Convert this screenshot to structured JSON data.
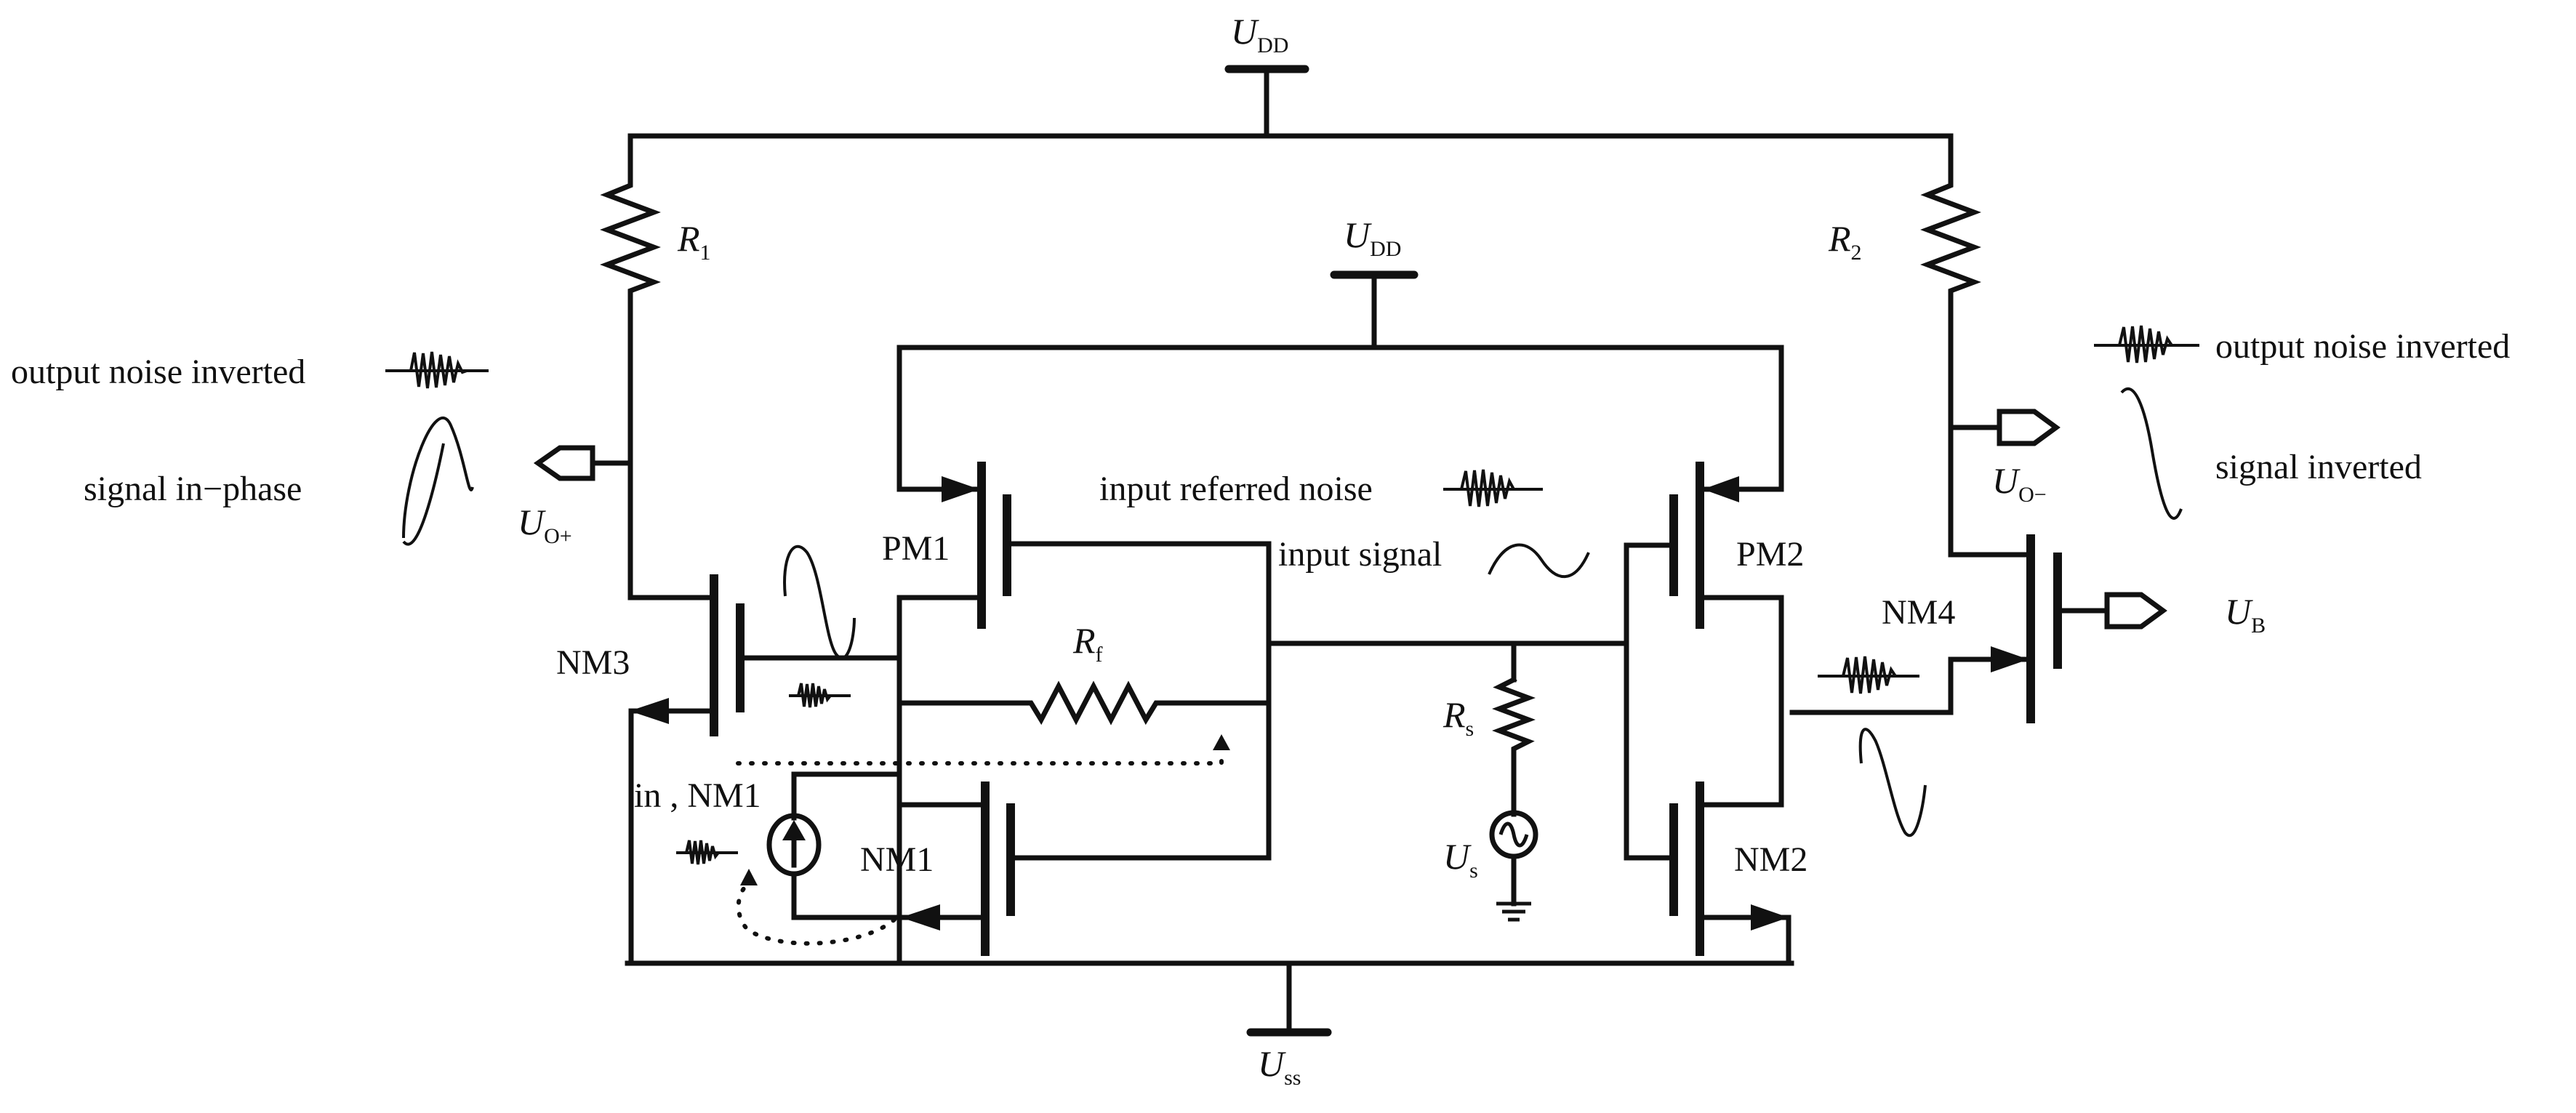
{
  "labels": {
    "udd_top": "U",
    "udd_top_sub": "DD",
    "udd_mid": "U",
    "udd_mid_sub": "DD",
    "uss": "U",
    "uss_sub": "ss",
    "r1": "R",
    "r1_sub": "1",
    "r2": "R",
    "r2_sub": "2",
    "rf": "R",
    "rf_sub": "f",
    "rs": "R",
    "rs_sub": "s",
    "us": "U",
    "us_sub": "s",
    "uo_plus": "U",
    "uo_plus_sub": "O+",
    "uo_minus": "U",
    "uo_minus_sub": "O−",
    "ub": "U",
    "ub_sub": "B",
    "pm1": "PM1",
    "pm2": "PM2",
    "nm1": "NM1",
    "nm2": "NM2",
    "nm3": "NM3",
    "nm4": "NM4",
    "in_nm1": "in , NM1",
    "output_noise_left": "output noise  inverted",
    "signal_left": "signal in−phase",
    "output_noise_right": "output noise inverted",
    "signal_right": "signal inverted",
    "input_noise": "input referred noise",
    "input_signal": "input signal"
  }
}
